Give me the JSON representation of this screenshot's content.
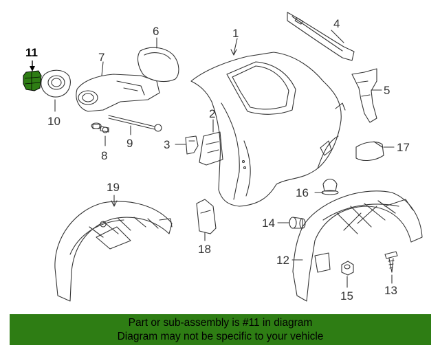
{
  "diagram": {
    "highlight_color": "#2e7d14",
    "highlighted_part": "11",
    "callouts": [
      "1",
      "2",
      "3",
      "4",
      "5",
      "6",
      "7",
      "8",
      "9",
      "10",
      "11",
      "12",
      "13",
      "14",
      "15",
      "16",
      "17",
      "18",
      "19"
    ]
  },
  "banner": {
    "line1": "Part or sub-assembly is #11 in diagram",
    "line2": "Diagram may not be specific to your vehicle",
    "background": "#2e7d14"
  }
}
